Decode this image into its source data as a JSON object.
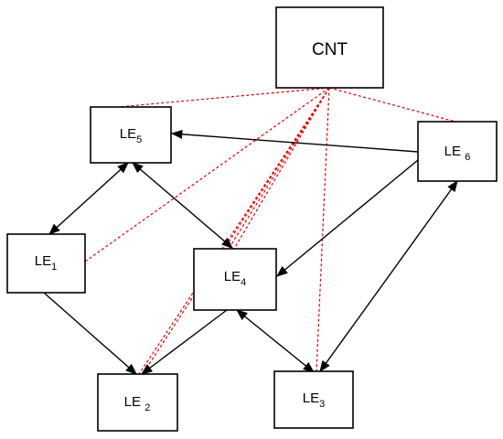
{
  "nodes": {
    "cnt": {
      "label": "CNT"
    },
    "le5": {
      "label": "LE",
      "sub": "5"
    },
    "le6": {
      "label": "LE ",
      "sub": "6"
    },
    "le1": {
      "label": "LE",
      "sub": "1"
    },
    "le4": {
      "label": "LE",
      "sub": "4"
    },
    "le2": {
      "label": "LE ",
      "sub": "2"
    },
    "le3": {
      "label": "LE",
      "sub": "3"
    }
  },
  "colors": {
    "box_stroke": "#000000",
    "solid_edge": "#000000",
    "dashed_edge": "#e00000"
  }
}
